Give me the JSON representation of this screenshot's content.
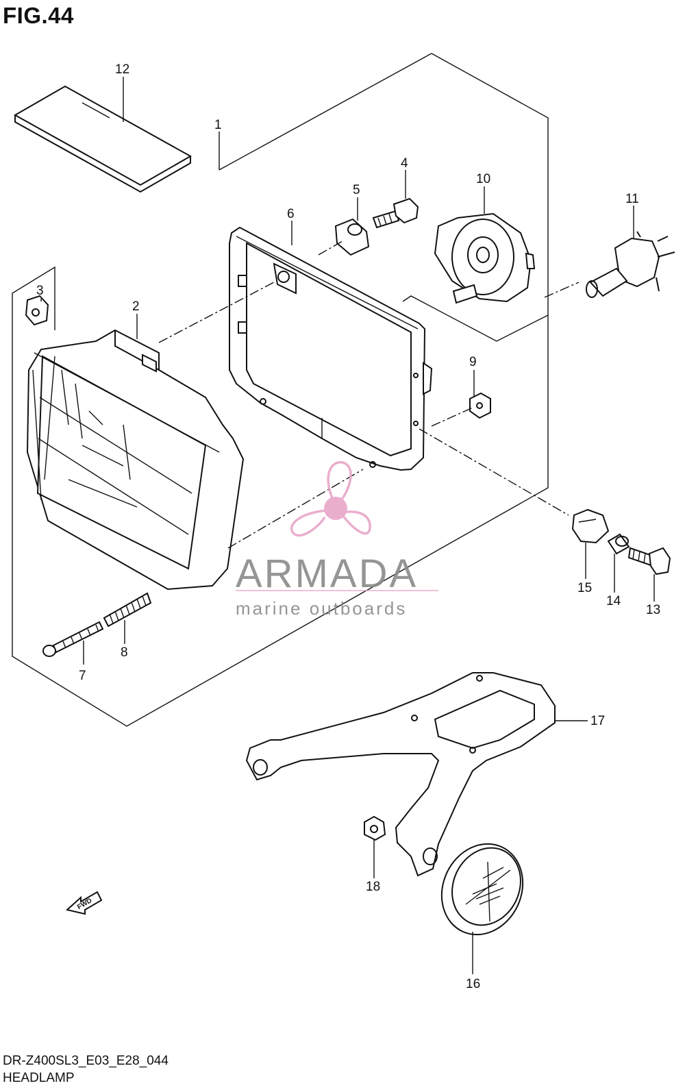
{
  "figure": {
    "title": "FIG.44",
    "code": "DR-Z400SL3_E03_E28_044",
    "name": "HEADLAMP"
  },
  "watermark": {
    "brand": "ARMADA",
    "tagline": "marine outboards",
    "logo_color": "#e8a6c8",
    "text_color": "#8a8a8a"
  },
  "fwd_label": "FWD",
  "callouts": [
    "1",
    "2",
    "3",
    "4",
    "5",
    "6",
    "7",
    "8",
    "9",
    "10",
    "11",
    "12",
    "13",
    "14",
    "15",
    "16",
    "17",
    "18"
  ]
}
